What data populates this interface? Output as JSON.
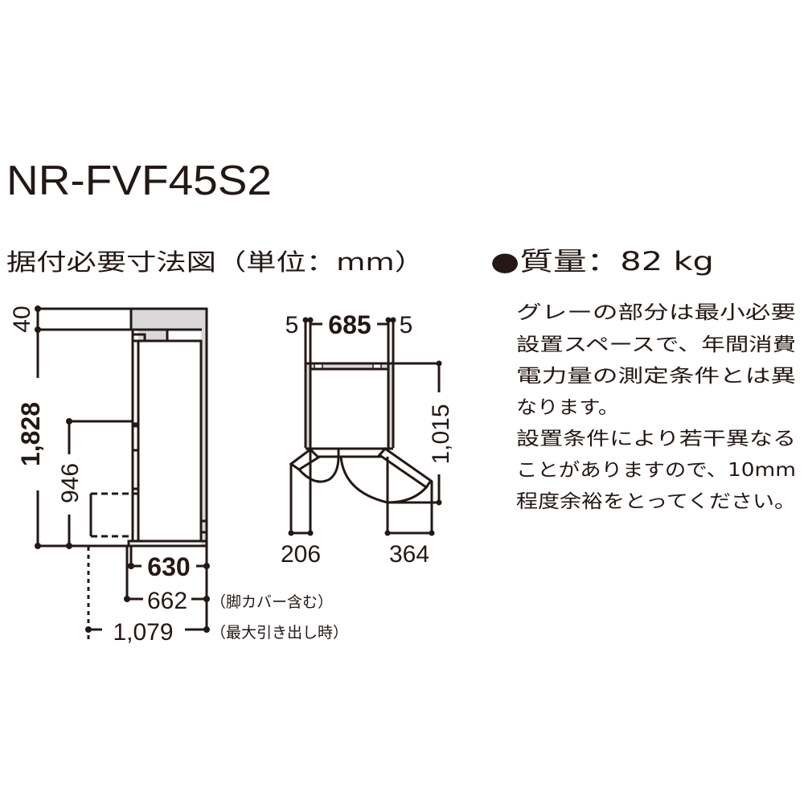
{
  "model": "NR-FVF45S2",
  "subtitle": "据付必要寸法図（単位：mm）",
  "mass": "●質量：82 kg",
  "notes": [
    "グレーの部分は最小必要",
    "設置スペースで、年間消費",
    "電力量の測定条件とは異",
    "なります。",
    "設置条件により若干異なる",
    "ことがありますので、10mm",
    "程度余裕をとってください。"
  ],
  "side_view": {
    "top_clearance": "40",
    "height": "1,828",
    "hinge_height": "946",
    "depth": "630",
    "depth_with_leg_cover": "662",
    "depth_with_leg_cover_note": "（脚カバー含む）",
    "depth_drawer_open": "1,079",
    "depth_drawer_open_note": "（最大引き出し時）"
  },
  "top_view": {
    "left_clearance": "5",
    "width": "685",
    "right_clearance": "5",
    "depth_doors_open": "1,015",
    "left_door_swing": "206",
    "right_door_swing": "364"
  },
  "colors": {
    "line": "#231815",
    "clearance_gray": "#d9d9d9"
  }
}
